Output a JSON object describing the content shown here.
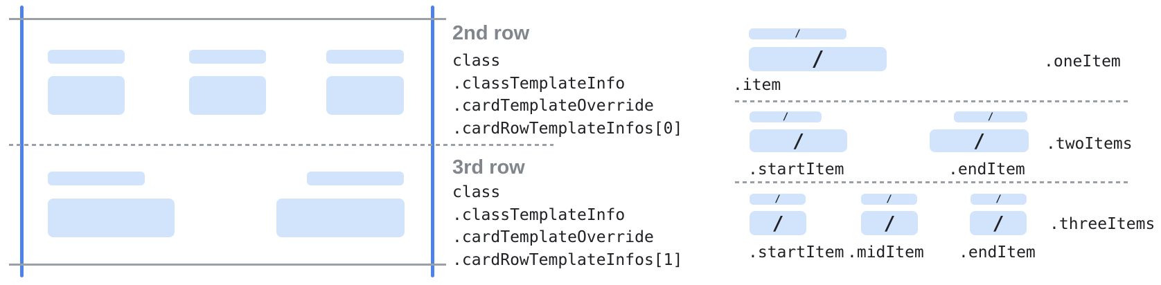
{
  "glyphs": {
    "slash": "/"
  },
  "colors": {
    "bar_fill": "#d2e3fc",
    "blue_line": "#4f82e8",
    "gray_line": "#9aa0a6",
    "heading_text": "#80868b",
    "code_text": "#202124"
  },
  "middle": {
    "sections": [
      {
        "heading": "2nd row",
        "code_lines": [
          "class",
          ".classTemplateInfo",
          ".cardTemplateOverride",
          ".cardRowTemplateInfos[0]"
        ]
      },
      {
        "heading": "3rd row",
        "code_lines": [
          "class",
          ".classTemplateInfo",
          ".cardTemplateOverride",
          ".cardRowTemplateInfos[1]"
        ]
      }
    ]
  },
  "right": {
    "sections": [
      {
        "row_label": ".oneItem",
        "item_labels": [
          ".item"
        ]
      },
      {
        "row_label": ".twoItems",
        "item_labels": [
          ".startItem",
          ".endItem"
        ]
      },
      {
        "row_label": ".threeItems",
        "item_labels": [
          ".startItem",
          ".midItem",
          ".endItem"
        ]
      }
    ]
  }
}
